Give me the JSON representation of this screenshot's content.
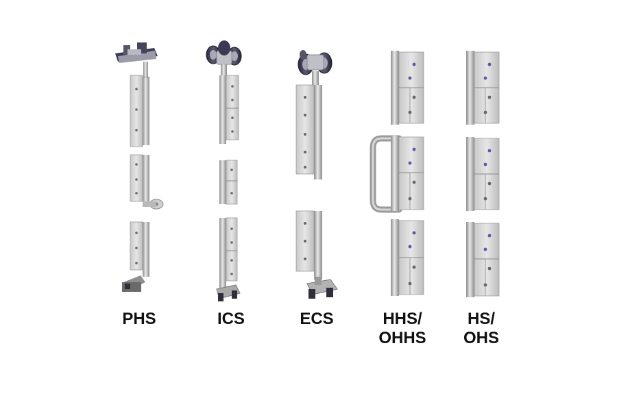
{
  "labels": {
    "phs": "PHS",
    "ics": "ICS",
    "ecs": "ECS",
    "hhs_line1": "HHS/",
    "hhs_line2": "OHHS",
    "hs_line1": "HS/",
    "hs_line2": "OHS"
  },
  "colors": {
    "background": "#ffffff",
    "metal_light": "#dcdcdc",
    "metal_mid": "#b4b4b4",
    "metal_dark": "#7a7a7a",
    "roller_dark": "#2e2e40",
    "text": "#111111"
  }
}
